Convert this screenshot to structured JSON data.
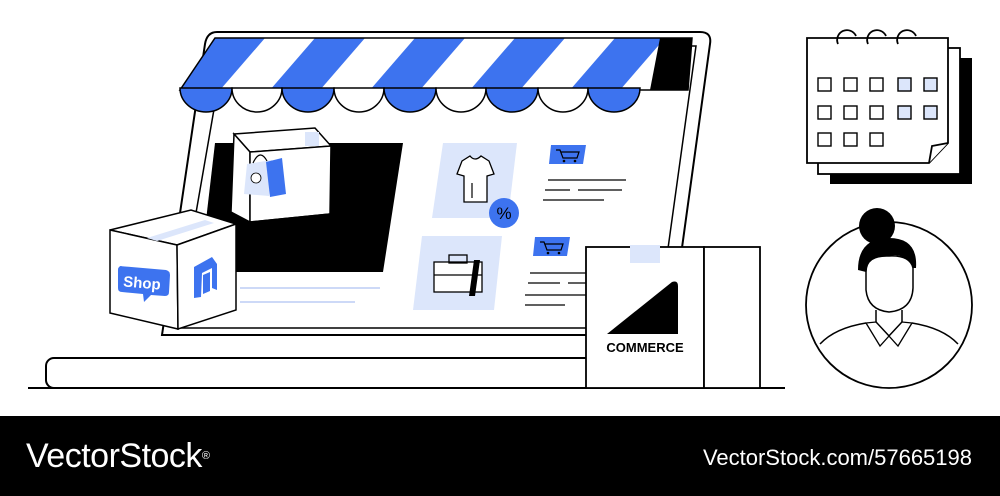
{
  "illustration": {
    "shop_box_text": "Shop",
    "commerce_bag_text": "COMMERCE",
    "discount_badge": "%",
    "icons": [
      "awning",
      "laptop",
      "shopping-bag-icon",
      "t-shirt-icon",
      "briefcase-icon",
      "cart-icon",
      "calendar-icon",
      "user-avatar-icon"
    ]
  },
  "colors": {
    "accent_blue": "#3d73ef",
    "light_blue": "#dce6fb",
    "outline": "#000000",
    "background": "#ffffff"
  },
  "footer": {
    "brand": "VectorStock",
    "registered_mark": "®",
    "url": "VectorStock.com/57665198"
  }
}
